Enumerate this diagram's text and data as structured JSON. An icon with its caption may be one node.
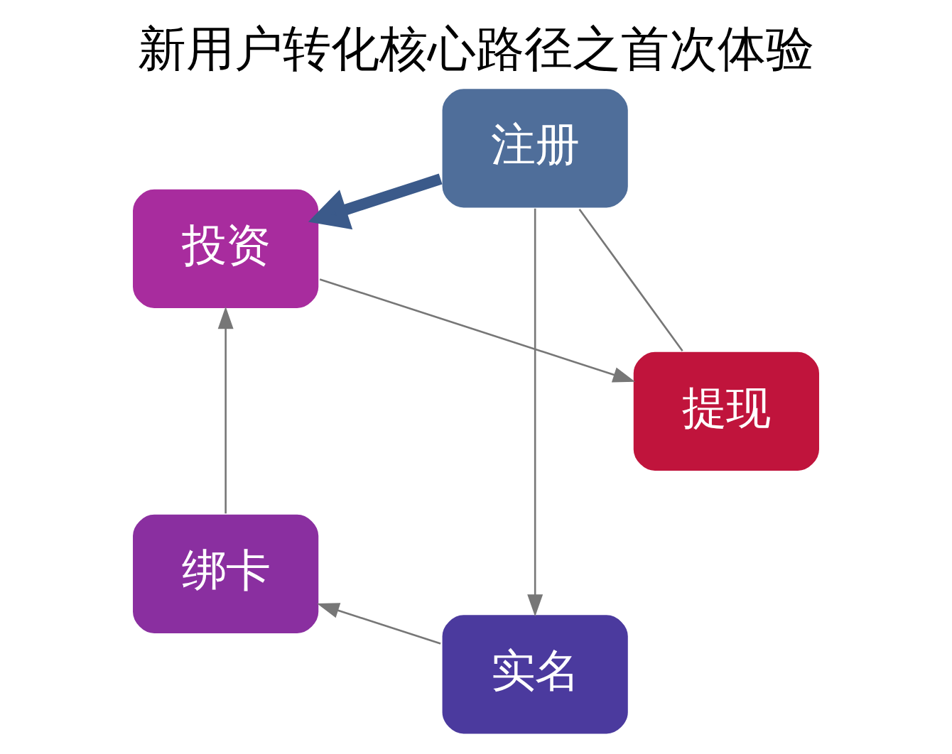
{
  "diagram": {
    "title": "新用户转化核心路径之首次体验",
    "nodes": [
      {
        "text": [
          "注册"
        ]
      },
      {
        "text": [
          "实名"
        ]
      },
      {
        "text": [
          "绑卡"
        ]
      },
      {
        "text": [
          "投资"
        ]
      },
      {
        "text": [
          "提现"
        ]
      }
    ],
    "edges": [
      {
        "from": 0,
        "to": 1,
        "arrow": "to"
      },
      {
        "from": 1,
        "to": 2,
        "arrow": "to"
      },
      {
        "from": 2,
        "to": 3,
        "arrow": "to"
      },
      {
        "from": 3,
        "to": 4,
        "arrow": "to"
      },
      {
        "from": 4,
        "to": 0,
        "arrow": "none"
      },
      {
        "from": 0,
        "to": 3,
        "arrow": "to",
        "style": "thick",
        "color": "#3b5a8a"
      }
    ]
  }
}
